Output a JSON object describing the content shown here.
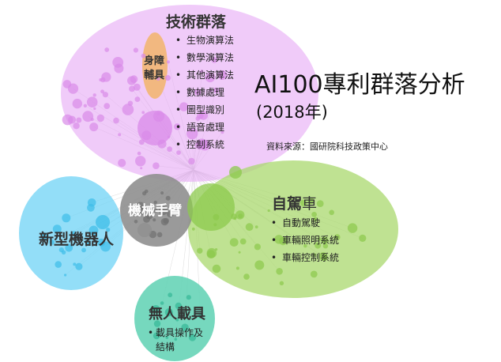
{
  "title": "AI100專利群落分析",
  "subtitle": "(2018年)",
  "source": "資料來源：國研院科技政策中心",
  "clusters": {
    "tech": {
      "name": "技術群落",
      "color": "#e6a8f5",
      "items": [
        "生物演算法",
        "數學演算法",
        "其他演算法",
        "數據處理",
        "圖型識別",
        "語音處理",
        "控制系統"
      ]
    },
    "disability": {
      "line1": "身障",
      "line2": "輔具",
      "color": "#f2b56b"
    },
    "arm": {
      "name": "機械手臂",
      "color": "#8f8f8f"
    },
    "car": {
      "name_part1": "自駕",
      "name_part2": "車",
      "color": "#a9d86e",
      "items": [
        "自動駕駛",
        "車輛照明系統",
        "車輛控制系統"
      ]
    },
    "robot": {
      "name": "新型機器人",
      "color": "#6fd3f5"
    },
    "drone": {
      "name": "無人載具",
      "color": "#5ed1b3",
      "item_line1": "載具操作及",
      "item_line2": "結構"
    }
  },
  "bullet_symbol": "•"
}
